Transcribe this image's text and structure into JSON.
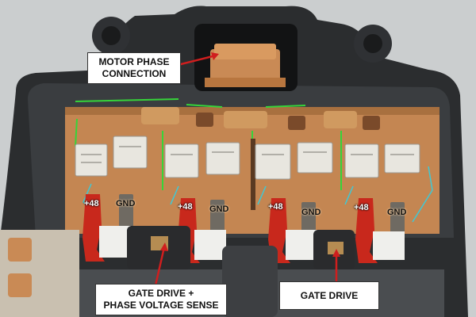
{
  "callouts": {
    "motor_phase": {
      "line1": "MOTOR PHASE",
      "line2": "CONNECTION"
    },
    "gate_drive_phase": {
      "line1": "GATE DRIVE +",
      "line2": "PHASE VOLTAGE SENSE"
    },
    "gate_drive": {
      "line1": "GATE DRIVE"
    }
  },
  "pins": [
    "+48",
    "GND",
    "+48",
    "GND",
    "+48",
    "GND",
    "+48",
    "GND"
  ],
  "colors": {
    "arrow": "#d01e1e",
    "trace_highlight": "#36d43a",
    "copper": "#c98a55",
    "housing": "#3a3d40",
    "gate_tab": "#c8281c"
  }
}
